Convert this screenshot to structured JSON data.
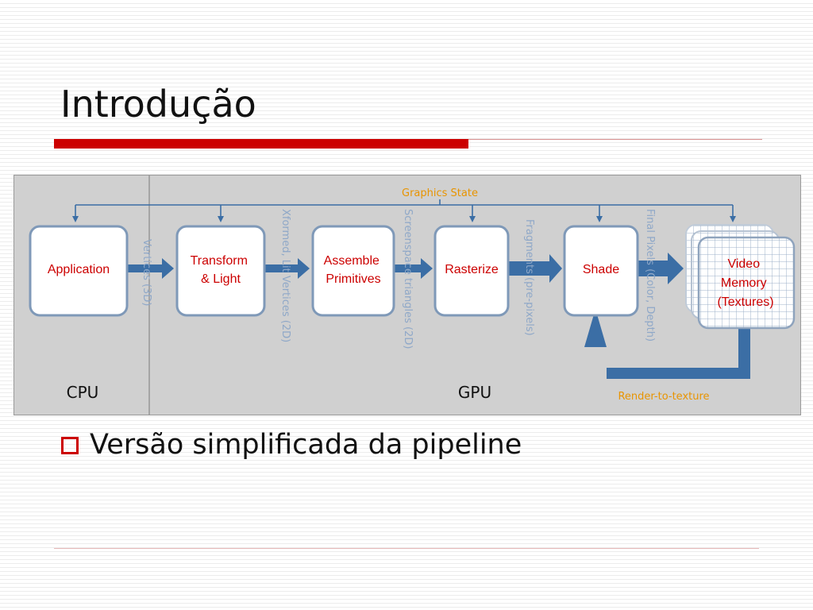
{
  "slide": {
    "title": "Introdução",
    "bullet": "Versão simplificada da pipeline"
  },
  "diagram": {
    "graphics_state": "Graphics State",
    "render_to_texture": "Render-to-texture",
    "regions": {
      "cpu": "CPU",
      "gpu": "GPU"
    },
    "stages": {
      "application": [
        "Application"
      ],
      "transform": [
        "Transform",
        "& Light"
      ],
      "assemble": [
        "Assemble",
        "Primitives"
      ],
      "rasterize": [
        "Rasterize"
      ],
      "shade": [
        "Shade"
      ],
      "memory": [
        "Video",
        "Memory",
        "(Textures)"
      ]
    },
    "flows": {
      "vertices": "Vertices (3D)",
      "xformed": "Xformed, Lit Vertices (2D)",
      "screenspace": "Screenspace triangles (2D)",
      "fragments": "Fragments (pre-pixels)",
      "final_pixels": "Final Pixels (Color, Depth)"
    }
  },
  "colors": {
    "accent_red": "#cc0000",
    "arrow_blue": "#3b6ea5",
    "label_orange": "#e89400",
    "stage_text_red": "#cc0000"
  }
}
